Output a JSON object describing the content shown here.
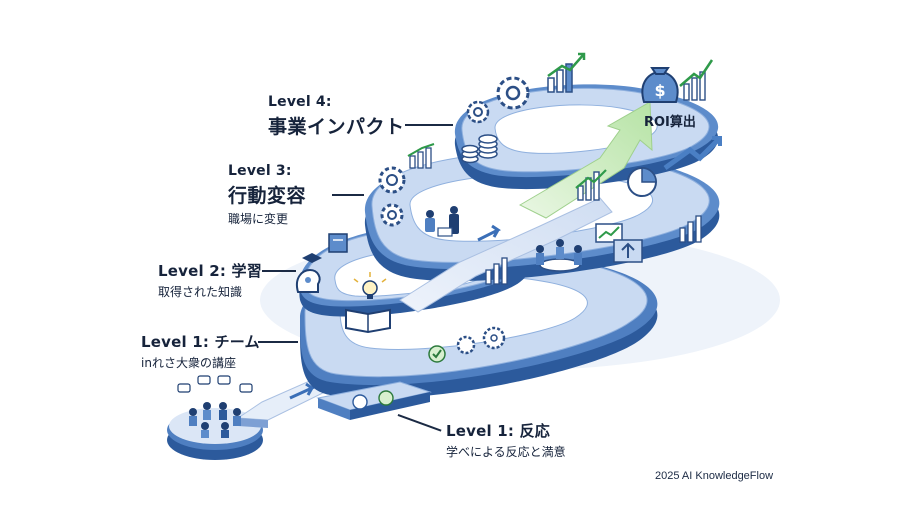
{
  "levels": {
    "level4": {
      "label": "Level 4:",
      "title": "事業インパクト"
    },
    "level3": {
      "label": "Level 3:",
      "title": "行動変容",
      "subtitle": "職場に変更"
    },
    "level2": {
      "label": "Level 2: 学習",
      "subtitle": "取得された知識"
    },
    "level1_team": {
      "label": "Level 1: チーム",
      "subtitle": "inれさ大衆の講座"
    },
    "level1_reaction": {
      "label": "Level 1: 反応",
      "subtitle": "学べによる反応と満意"
    }
  },
  "roi": {
    "label": "ROI算出"
  },
  "footer": {
    "copyright": "2025 AI KnowledgeFlow"
  },
  "colors": {
    "ring_top": "#c9daf2",
    "ring_side": "#4f7fc1",
    "ring_dark": "#2c5a9c",
    "arrow_green": "#cdeec1",
    "accent": "#2f6db5"
  },
  "icons": [
    "gear-icon",
    "bar-chart-icon",
    "money-bag-icon",
    "coin-stack-icon",
    "pie-chart-icon",
    "book-icon",
    "lightbulb-icon",
    "check-icon",
    "head-icon",
    "clipboard-icon"
  ]
}
